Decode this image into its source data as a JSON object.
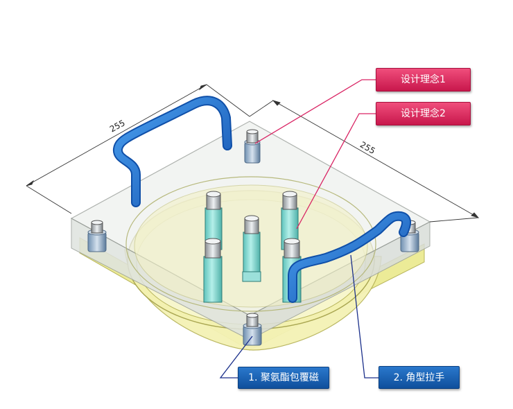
{
  "dimensions": {
    "left": "255",
    "right": "255"
  },
  "callouts": {
    "concept1": "设计理念1",
    "concept2": "设计理念2",
    "feature1": "1. 聚氨酯包覆磁",
    "feature2": "2. 角型拉手"
  },
  "colors": {
    "plate_fill": "#e7eae7",
    "plate_edge": "#9aa09a",
    "yellow_fill": "#f2f0a8",
    "yellow_edge": "#b7b45a",
    "handle_blue": "#1f6fd6",
    "post_cyan": "#7fd7d0",
    "pink_accent": "#d92363",
    "blue_accent": "#1553a3"
  },
  "icons": {
    "handle": "blue-tube-handle",
    "post": "hex-standoff-post",
    "magnet": "polyurethane-coated-magnet"
  }
}
